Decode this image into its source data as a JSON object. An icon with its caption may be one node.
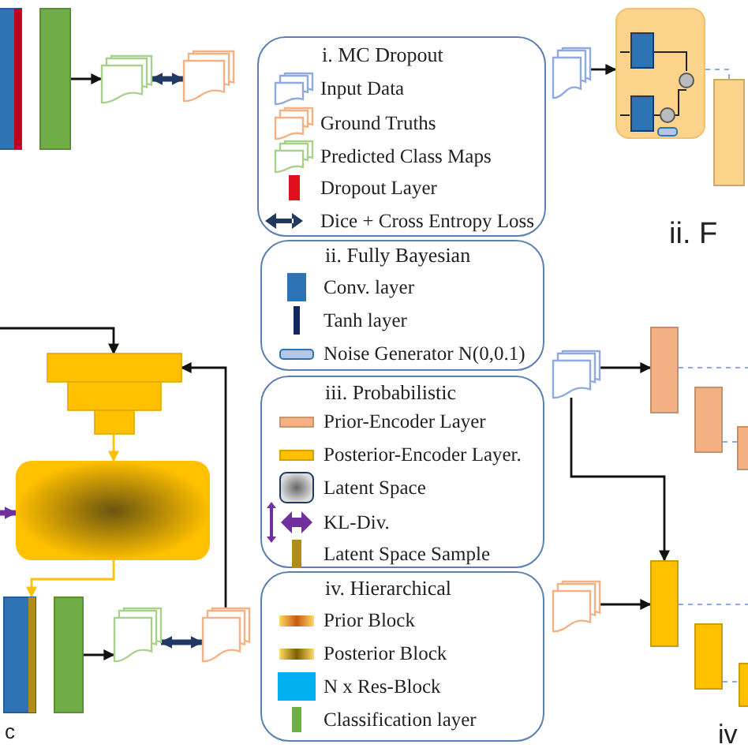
{
  "diagram": {
    "nodes": [
      {
        "text": [
          "i. MC Dropout"
        ]
      },
      {
        "text": [
          "ii. Fully Bayesian"
        ]
      },
      {
        "text": [
          "iii. Probabilistic"
        ]
      },
      {
        "text": [
          "iv. Hierarchical"
        ]
      },
      {
        "text": [],
        "shape": "bar"
      },
      {
        "text": [],
        "shape": "bar"
      },
      {
        "text": [],
        "shape": "document"
      },
      {
        "text": [],
        "shape": "document"
      },
      {
        "text": [],
        "shape": "document"
      },
      {
        "text": [],
        "shape": "box"
      },
      {
        "text": [],
        "shape": "bar"
      },
      {
        "text": [],
        "shape": "pyramid"
      },
      {
        "text": [],
        "shape": "box"
      },
      {
        "text": [],
        "shape": "bar"
      },
      {
        "text": [],
        "shape": "bar"
      },
      {
        "text": [],
        "shape": "document"
      },
      {
        "text": [],
        "shape": "document"
      },
      {
        "text": [],
        "shape": "document"
      },
      {
        "text": [],
        "shape": "bar"
      },
      {
        "text": [],
        "shape": "bar"
      },
      {
        "text": [],
        "shape": "bar"
      },
      {
        "text": [],
        "shape": "document"
      },
      {
        "text": [],
        "shape": "bar"
      },
      {
        "text": [],
        "shape": "bar"
      },
      {
        "text": [],
        "shape": "bar"
      }
    ],
    "edges": [
      {
        "from": 5,
        "to": 6,
        "arrow": "to"
      },
      {
        "from": 6,
        "to": 7,
        "arrow": "both",
        "style": "thick",
        "color": "#1f3864"
      },
      {
        "from": 8,
        "to": 9,
        "arrow": "to"
      },
      {
        "from": null,
        "to": 11,
        "arrow": "to"
      },
      {
        "from": 16,
        "to": 11,
        "arrow": "to"
      },
      {
        "from": 11,
        "to": 12,
        "arrow": "to",
        "color": "#ffc000"
      },
      {
        "from": 12,
        "to": 13,
        "arrow": "to",
        "color": "#ffc000"
      },
      {
        "from": null,
        "to": 12,
        "arrow": "to",
        "style": "thick",
        "color": "#7030a0"
      },
      {
        "from": 14,
        "to": 15,
        "arrow": "to"
      },
      {
        "from": 15,
        "to": 16,
        "arrow": "both",
        "style": "thick",
        "color": "#1f3864"
      },
      {
        "from": 17,
        "to": 18,
        "arrow": "to"
      },
      {
        "from": 17,
        "to": 22,
        "arrow": "to"
      },
      {
        "from": 21,
        "to": 22,
        "arrow": "to"
      },
      {
        "from": 9,
        "to": 10,
        "arrow": "none",
        "style": "dashed",
        "color": "#8faadc"
      },
      {
        "from": 18,
        "to": null,
        "arrow": "none",
        "style": "dashed",
        "color": "#8faadc"
      },
      {
        "from": 19,
        "to": 20,
        "arrow": "none",
        "style": "dashed",
        "color": "#8faadc"
      },
      {
        "from": 22,
        "to": null,
        "arrow": "none",
        "style": "dashed",
        "color": "#8faadc"
      },
      {
        "from": 23,
        "to": 24,
        "arrow": "none",
        "style": "dashed",
        "color": "#8faadc"
      }
    ],
    "labels": [
      "ii. F",
      "c",
      "iv"
    ],
    "legend": [
      {
        "text": "Input Data"
      },
      {
        "text": "Ground Truths"
      },
      {
        "text": "Predicted Class Maps"
      },
      {
        "text": "Dropout Layer",
        "color": "#e0101e"
      },
      {
        "text": "Dice + Cross Entropy Loss"
      },
      {
        "text": "Conv. layer",
        "color": "#2e74b5"
      },
      {
        "text": "Tanh layer",
        "color": "#10285e"
      },
      {
        "text": "Noise Generator N(0,0.1)"
      },
      {
        "text": "Prior-Encoder Layer"
      },
      {
        "text": "Posterior-Encoder Layer."
      },
      {
        "text": "Latent Space"
      },
      {
        "text": "KL-Div."
      },
      {
        "text": "Latent Space Sample",
        "color": "#b08c1a"
      },
      {
        "text": "Prior Block"
      },
      {
        "text": "Posterior Block"
      },
      {
        "text": "N x Res-Block",
        "color": "#00b0f0"
      },
      {
        "text": "Classification layer",
        "color": "#70ad47"
      }
    ]
  }
}
